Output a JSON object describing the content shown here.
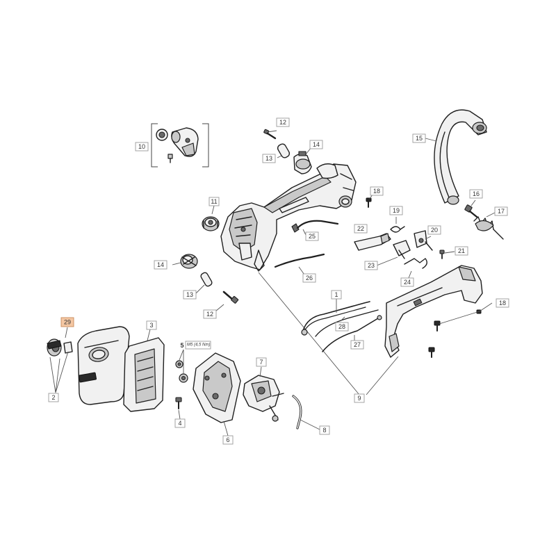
{
  "callouts": {
    "c1": "1",
    "c2": "2",
    "c3": "3",
    "c4": "4",
    "c5": "5",
    "c6": "6",
    "c7": "7",
    "c8": "8",
    "c9": "9",
    "c10": "10",
    "c11": "11",
    "c12a": "12",
    "c12b": "12",
    "c13a": "13",
    "c13b": "13",
    "c14a": "14",
    "c14b": "14",
    "c15": "15",
    "c16": "16",
    "c17": "17",
    "c18a": "18",
    "c18b": "18",
    "c19": "19",
    "c20": "20",
    "c21": "21",
    "c22": "22",
    "c23": "23",
    "c24": "24",
    "c25": "25",
    "c26": "26",
    "c27": "27",
    "c28": "28",
    "c29": "29"
  },
  "notes": {
    "part5_spec": "M5 (4,5 Nm)"
  },
  "highlight_color": "#f4c7a3"
}
